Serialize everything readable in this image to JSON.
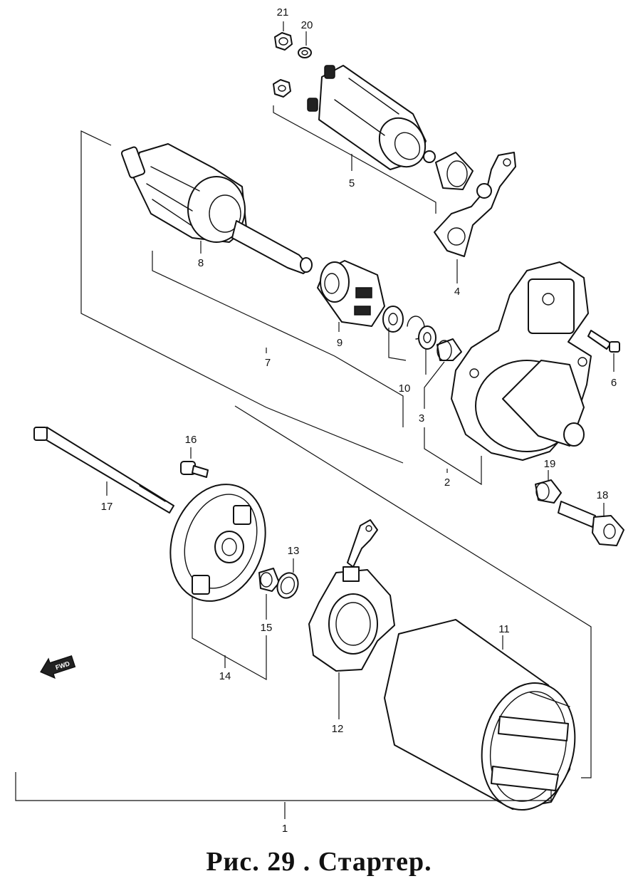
{
  "caption": "Рис. 29 . Стартер.",
  "front_marker": "FWD",
  "callouts": [
    {
      "id": "c21",
      "text": "21"
    },
    {
      "id": "c20",
      "text": "20"
    },
    {
      "id": "c5",
      "text": "5"
    },
    {
      "id": "c8",
      "text": "8"
    },
    {
      "id": "c4",
      "text": "4"
    },
    {
      "id": "c9",
      "text": "9"
    },
    {
      "id": "c7",
      "text": "7"
    },
    {
      "id": "c10",
      "text": "10"
    },
    {
      "id": "c3",
      "text": "3"
    },
    {
      "id": "c6",
      "text": "6"
    },
    {
      "id": "c2",
      "text": "2"
    },
    {
      "id": "c16",
      "text": "16"
    },
    {
      "id": "c19",
      "text": "19"
    },
    {
      "id": "c18",
      "text": "18"
    },
    {
      "id": "c17",
      "text": "17"
    },
    {
      "id": "c13",
      "text": "13"
    },
    {
      "id": "c15",
      "text": "15"
    },
    {
      "id": "c14",
      "text": "14"
    },
    {
      "id": "c11",
      "text": "11"
    },
    {
      "id": "c12",
      "text": "12"
    },
    {
      "id": "c1",
      "text": "1"
    }
  ]
}
